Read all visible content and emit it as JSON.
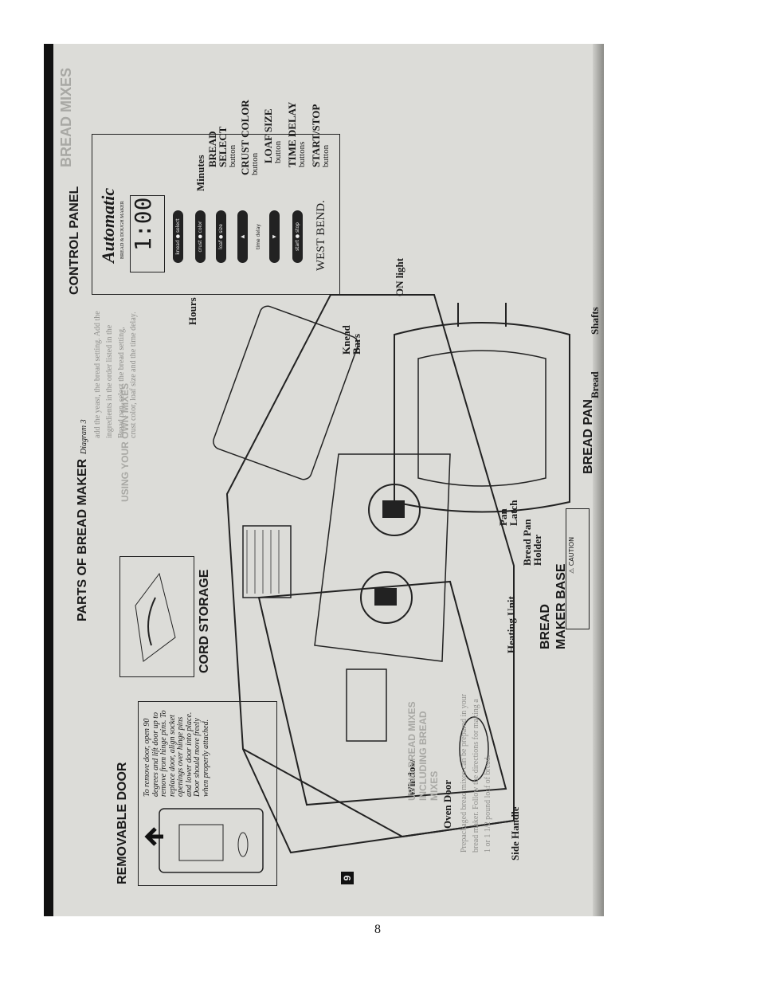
{
  "page_number": "8",
  "section_number": "9",
  "titles": {
    "removable_door": "REMOVABLE DOOR",
    "parts": "PARTS OF BREAD MAKER",
    "diagram": "Diagram 3",
    "cord_storage": "CORD STORAGE",
    "control_panel": "CONTROL PANEL",
    "base": "BREAD MAKER BASE",
    "bread_pan": "BREAD PAN",
    "side_header": "BREAD MIXES"
  },
  "door_instructions": "To remove door, open 90 degrees and lift door up to remove from hinge pins. To replace door, align socket openings over hinge pins and lower door into place. Door should move freely when properly attached.",
  "control_labels": {
    "minutes": "Minutes",
    "bread_select": "BREAD SELECT",
    "bread_select_sub": "button",
    "crust_color": "CRUST COLOR",
    "crust_color_sub": "button",
    "loaf_size": "LOAF SIZE",
    "loaf_size_sub": "button",
    "time_delay": "TIME DELAY",
    "time_delay_sub": "buttons",
    "start_stop": "START/STOP",
    "start_stop_sub": "button",
    "hours": "Hours",
    "on_light": "ON light"
  },
  "panel": {
    "brand": "Automatic",
    "brand_sub": "BREAD & DOUGH MAKER",
    "display": "1:00",
    "company": "WEST BEND.",
    "buttons": [
      "knead  ●  select",
      "crust  ●  color",
      "loaf  ●  size",
      "▲",
      "time delay",
      "▼",
      "start  ●  stop"
    ]
  },
  "parts_labels": {
    "knead_bars": "Knead Bars",
    "pan_latch": "Pan Latch",
    "bread_pan_holder": "Bread Pan Holder",
    "heating_unit": "Heating Unit",
    "window": "Window",
    "oven_door": "Oven Door",
    "side_handle": "Side Handle",
    "shafts": "Shafts",
    "bread_pan_part": "Bread",
    "caution": "⚠ CAUTION"
  },
  "bleed_text": {
    "col1": "add the yeast, the bread setting. Add the ingredients in the order listed in the Bread pan, select the bread setting, crust color, loaf size and the time delay.",
    "mixes_heading": "USING YOUR OWN MIXES",
    "using_heading": "USING BREAD MIXES INCLUDING BREAD MIXES",
    "col2": "Prepackaged bread mixes can be prepared in your bread maker. Follow the directions for making a 1 or 1 1/2 pound loaf of bread."
  },
  "colors": {
    "paper": "#dcdcd8",
    "ink": "#1a1a1a",
    "faint": "#8f8f8c"
  }
}
